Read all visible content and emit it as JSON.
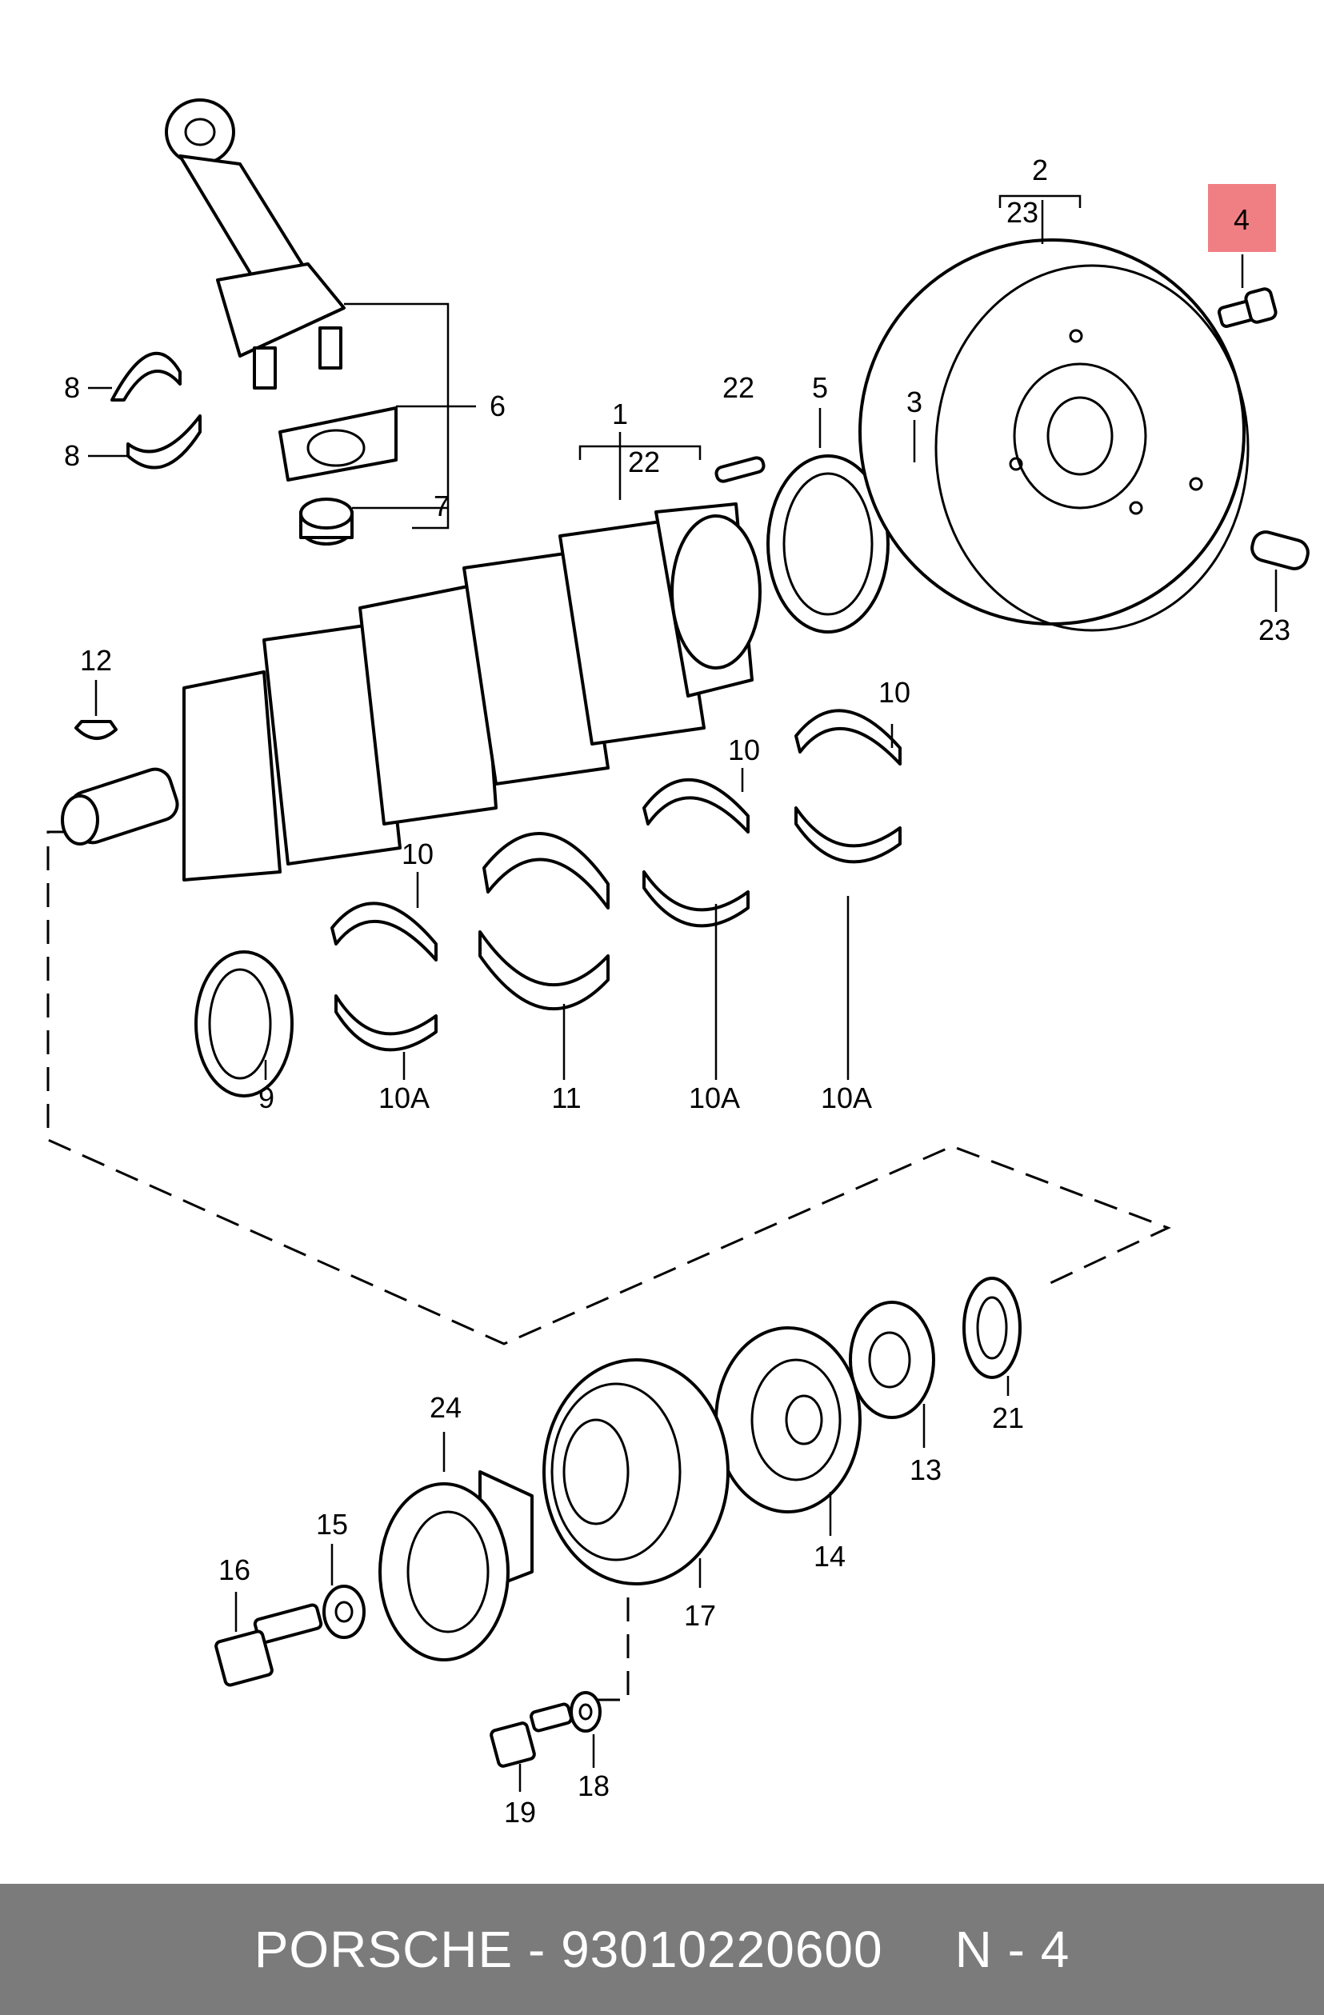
{
  "diagram": {
    "highlight_color": "#f07f84",
    "callouts": {
      "c1": "1",
      "c2": "2",
      "c3": "3",
      "c4": "4",
      "c5": "5",
      "c6": "6",
      "c7": "7",
      "c8a": "8",
      "c8b": "8",
      "c9": "9",
      "c10a": "10",
      "c10b": "10",
      "c10c": "10",
      "c10A1": "10A",
      "c10A2": "10A",
      "c10A3": "10A",
      "c11": "11",
      "c12": "12",
      "c13": "13",
      "c14": "14",
      "c15": "15",
      "c16": "16",
      "c17": "17",
      "c18": "18",
      "c19": "19",
      "c21": "21",
      "c22a": "22",
      "c22b": "22",
      "c23a": "23",
      "c23b": "23",
      "c24": "24"
    }
  },
  "footer": {
    "brand": "PORSCHE",
    "separator": "-",
    "part_number": "93010220600",
    "reference": "N - 4"
  }
}
